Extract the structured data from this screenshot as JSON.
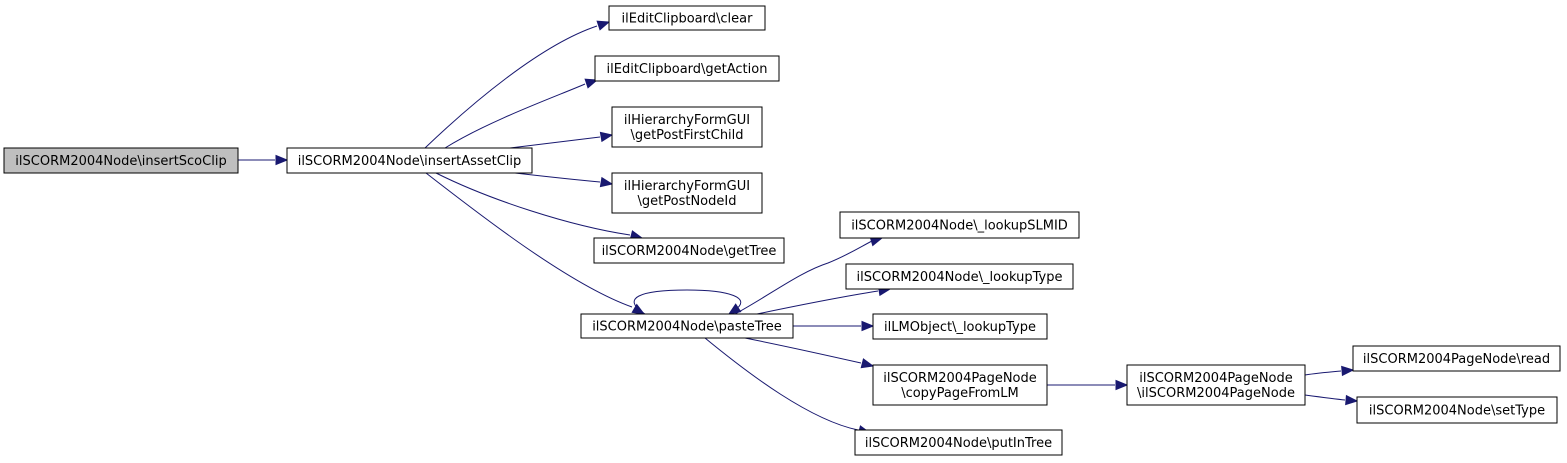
{
  "graph": {
    "colors": {
      "edge": "#191970",
      "root_fill": "#bfbfbf",
      "node_fill": "#ffffff",
      "node_border": "#000000"
    },
    "nodes": [
      {
        "id": "n0",
        "lines": [
          "ilSCORM2004Node\\insertScoClip"
        ],
        "root": true
      },
      {
        "id": "n1",
        "lines": [
          "ilSCORM2004Node\\insertAssetClip"
        ]
      },
      {
        "id": "n2",
        "lines": [
          "ilEditClipboard\\clear"
        ]
      },
      {
        "id": "n3",
        "lines": [
          "ilEditClipboard\\getAction"
        ]
      },
      {
        "id": "n4",
        "lines": [
          "ilHierarchyFormGUI",
          "\\getPostFirstChild"
        ]
      },
      {
        "id": "n5",
        "lines": [
          "ilHierarchyFormGUI",
          "\\getPostNodeId"
        ]
      },
      {
        "id": "n6",
        "lines": [
          "ilSCORM2004Node\\getTree"
        ]
      },
      {
        "id": "n7",
        "lines": [
          "ilSCORM2004Node\\pasteTree"
        ]
      },
      {
        "id": "n8",
        "lines": [
          "ilSCORM2004Node\\_lookupSLMID"
        ]
      },
      {
        "id": "n9",
        "lines": [
          "ilSCORM2004Node\\_lookupType"
        ]
      },
      {
        "id": "n10",
        "lines": [
          "ilLMObject\\_lookupType"
        ]
      },
      {
        "id": "n11",
        "lines": [
          "ilSCORM2004PageNode",
          "\\copyPageFromLM"
        ]
      },
      {
        "id": "n12",
        "lines": [
          "ilSCORM2004Node\\putInTree"
        ]
      },
      {
        "id": "n13",
        "lines": [
          "ilSCORM2004PageNode",
          "\\ilSCORM2004PageNode"
        ]
      },
      {
        "id": "n14",
        "lines": [
          "ilSCORM2004PageNode\\read"
        ]
      },
      {
        "id": "n15",
        "lines": [
          "ilSCORM2004Node\\setType"
        ]
      }
    ],
    "edges": [
      {
        "from": "n0",
        "to": "n1"
      },
      {
        "from": "n1",
        "to": "n2"
      },
      {
        "from": "n1",
        "to": "n3"
      },
      {
        "from": "n1",
        "to": "n4"
      },
      {
        "from": "n1",
        "to": "n5"
      },
      {
        "from": "n1",
        "to": "n6"
      },
      {
        "from": "n1",
        "to": "n7"
      },
      {
        "from": "n7",
        "to": "n7"
      },
      {
        "from": "n7",
        "to": "n8"
      },
      {
        "from": "n7",
        "to": "n9"
      },
      {
        "from": "n7",
        "to": "n10"
      },
      {
        "from": "n7",
        "to": "n11"
      },
      {
        "from": "n7",
        "to": "n12"
      },
      {
        "from": "n11",
        "to": "n13"
      },
      {
        "from": "n13",
        "to": "n14"
      },
      {
        "from": "n13",
        "to": "n15"
      }
    ]
  }
}
